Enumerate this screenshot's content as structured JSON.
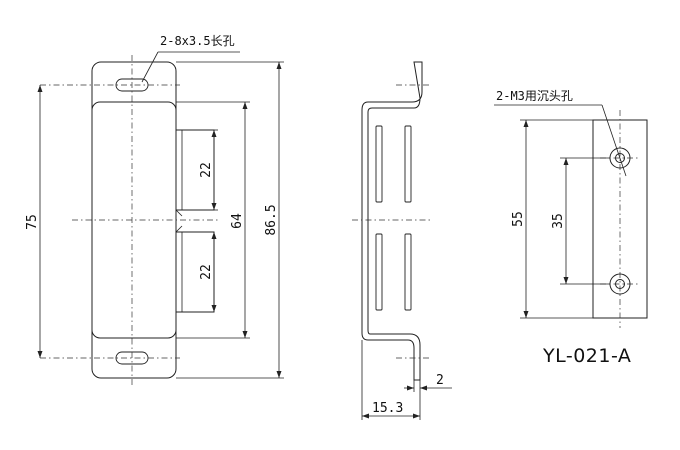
{
  "front_view": {
    "slot_callout": "2-8x3.5长孔",
    "dim_overall_hole_spacing": "75",
    "dim_total_height": "86.5",
    "dim_inner_height": "64",
    "dim_upper_block": "22",
    "dim_lower_block": "22"
  },
  "side_view": {
    "dim_depth": "15.3",
    "dim_thickness": "2"
  },
  "right_view": {
    "hole_callout": "2-M3用沉头孔",
    "dim_plate_height": "55",
    "dim_hole_spacing": "35",
    "model_number": "YL-021-A"
  }
}
